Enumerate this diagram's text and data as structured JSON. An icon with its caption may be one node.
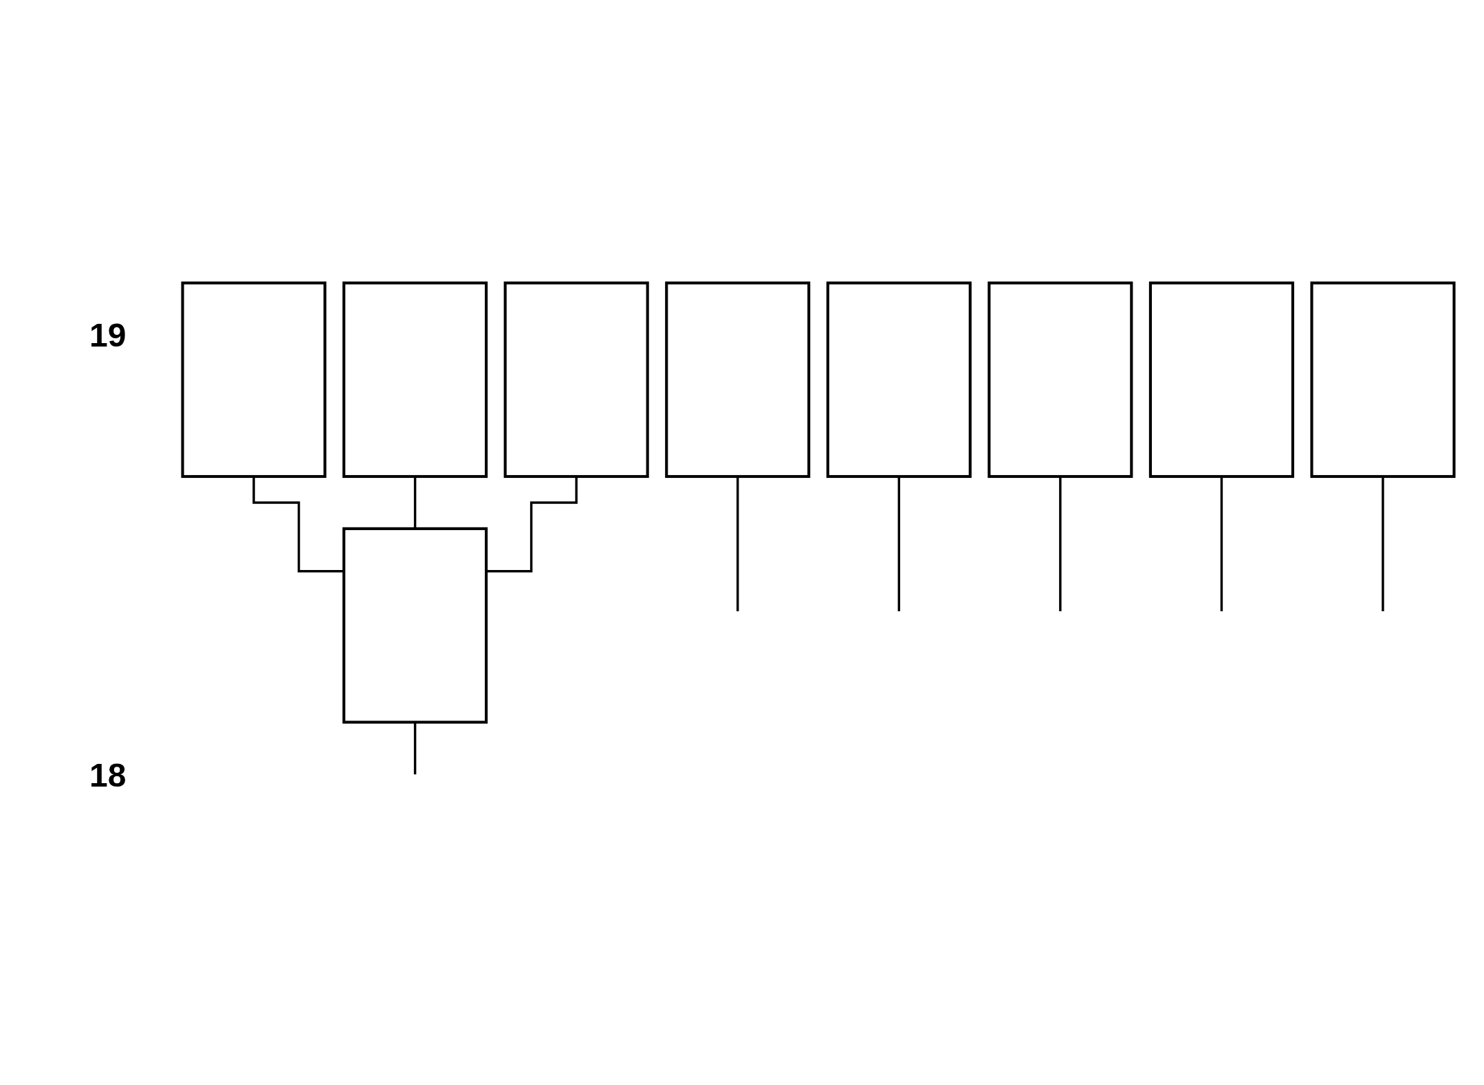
{
  "diagram": {
    "nodes": [
      {
        "text": [],
        "shape": "box"
      },
      {
        "text": [],
        "shape": "box"
      },
      {
        "text": [],
        "shape": "box"
      },
      {
        "text": [],
        "shape": "box"
      },
      {
        "text": [],
        "shape": "box"
      },
      {
        "text": [],
        "shape": "box"
      },
      {
        "text": [],
        "shape": "box"
      },
      {
        "text": [],
        "shape": "box"
      },
      {
        "text": [],
        "shape": "box"
      }
    ],
    "edges": [
      {
        "from": 0,
        "to": 7,
        "arrow": "none"
      },
      {
        "from": 1,
        "to": 7,
        "arrow": "none"
      },
      {
        "from": 2,
        "to": 7,
        "arrow": "none"
      },
      {
        "from": 3,
        "to": null,
        "arrow": "none"
      },
      {
        "from": 4,
        "to": null,
        "arrow": "none"
      },
      {
        "from": 5,
        "to": null,
        "arrow": "none"
      },
      {
        "from": 6,
        "to": null,
        "arrow": "none"
      },
      {
        "from": 7,
        "to": null,
        "arrow": "none"
      },
      {
        "from": 8,
        "to": null,
        "arrow": "none"
      }
    ],
    "labels": [
      "19",
      "18"
    ]
  }
}
